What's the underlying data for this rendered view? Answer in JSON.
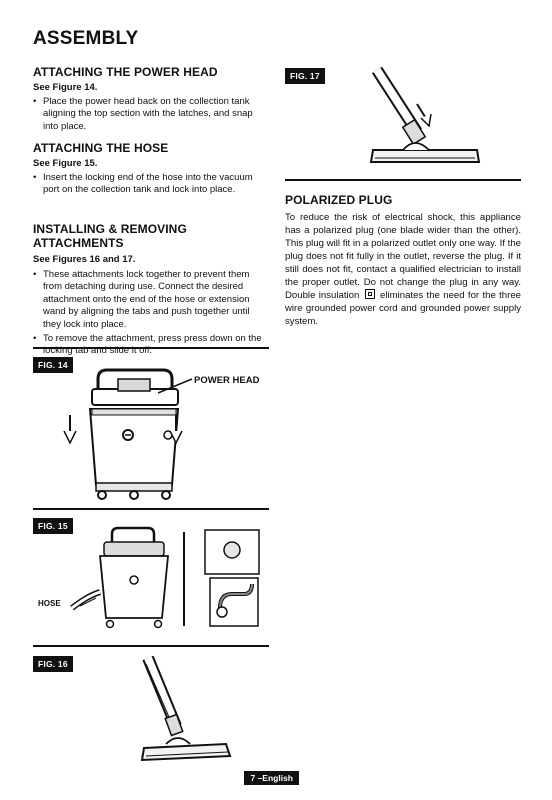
{
  "page": {
    "title": "ASSEMBLY",
    "footer": "7 –English"
  },
  "left": {
    "power_head": {
      "heading": "ATTACHING THE POWER HEAD",
      "see": "See Figure 14.",
      "bullets": [
        "Place the power head back on the collection tank aligning the top section with the latches, and snap into place."
      ]
    },
    "hose": {
      "heading": "ATTACHING THE HOSE",
      "see": "See Figure 15.",
      "bullets": [
        "Insert the locking end of the hose into the vacuum port on the collection tank and lock into place."
      ]
    },
    "attachments": {
      "heading": "INSTALLING & REMOVING ATTACHMENTS",
      "see": "See Figures 16 and 17.",
      "bullets": [
        "These attachments lock together to prevent them from detaching during use. Connect the desired attachment onto the end of the hose or extension wand by aligning the tabs and push together until they lock into place.",
        "To remove the attachment, press press down on the locking tab and slide it off."
      ]
    }
  },
  "figures": {
    "fig14": {
      "label": "FIG. 14",
      "callout": "POWER HEAD"
    },
    "fig15": {
      "label": "FIG. 15",
      "callout": "HOSE"
    },
    "fig16": {
      "label": "FIG. 16"
    },
    "fig17": {
      "label": "FIG. 17"
    }
  },
  "right": {
    "polarized": {
      "heading": "POLARIZED PLUG",
      "text_before": "To reduce the risk of electrical shock, this appliance has a polarized plug (one blade wider than the other). This plug will fit in a polarized outlet only one way. If the plug does not fit fully in the outlet, reverse the plug. If it still does not fit, contact a qualified electrician to install the proper outlet. Do not change the plug in any way. Double insulation",
      "text_after": "eliminates the need for the three wire grounded power cord and grounded power supply system."
    }
  }
}
